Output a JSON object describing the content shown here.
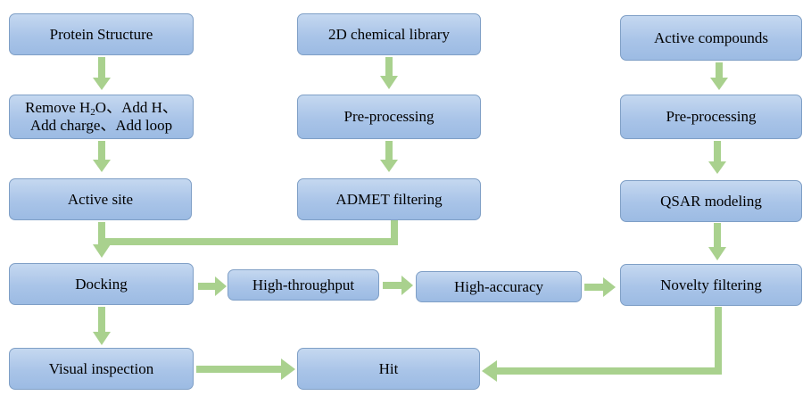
{
  "nodes": {
    "protein_structure": "Protein Structure",
    "remove_add": {
      "line1_a": "Remove H",
      "line1_sub": "2",
      "line1_b": "O、Add H、",
      "line2": "Add charge、Add loop"
    },
    "active_site": "Active site",
    "chemical_library": "2D chemical library",
    "preprocessing_mid": "Pre-processing",
    "admet_filtering": "ADMET filtering",
    "active_compounds": "Active compounds",
    "preprocessing_right": "Pre-processing",
    "qsar_modeling": "QSAR modeling",
    "docking": "Docking",
    "high_throughput": "High-throughput",
    "high_accuracy": "High-accuracy",
    "novelty_filtering": "Novelty filtering",
    "visual_inspection": "Visual inspection",
    "hit": "Hit"
  },
  "colors": {
    "box_fill_top": "#c5d8f0",
    "box_fill_bottom": "#9cbbe3",
    "box_border": "#7f9fc6",
    "arrow": "#a9d18e"
  }
}
